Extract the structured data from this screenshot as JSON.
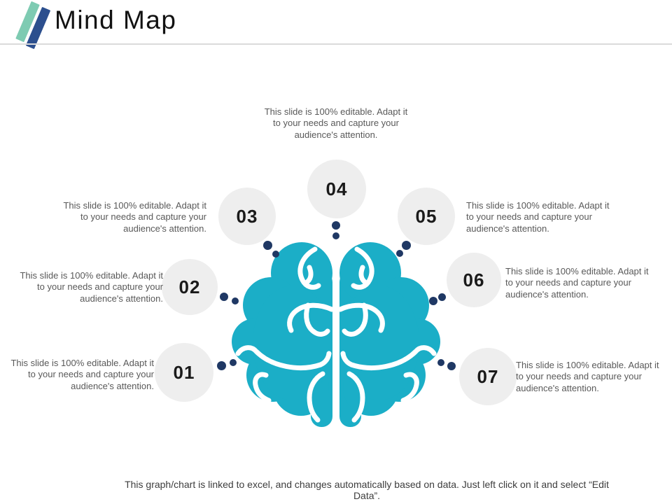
{
  "title": "Mind Map",
  "footer_note": "This graph/chart is linked to excel, and changes automatically based on data. Just left click on it and select “Edit Data”.",
  "icons": {
    "logo": "double-slash-logo-icon",
    "center": "brain-icon",
    "connectors": "dot-icon"
  },
  "colors": {
    "teal": "#1BAEC7",
    "navy": "#1F3864",
    "circle_bg": "#EEEEEE",
    "number_color": "#1A1A1A",
    "text_gray": "#595959",
    "title_color": "#121212",
    "logo_green": "#7ECBB2",
    "logo_blue": "#2C4F8E",
    "header_rule": "#DBDBDB",
    "footer_rule": "#9C9C9C",
    "footer_text": "#3D3D3D"
  },
  "nodes": [
    {
      "label": "01",
      "text": "This slide is 100% editable. Adapt it\nto your needs and capture your\naudience's attention."
    },
    {
      "label": "02",
      "text": "This slide is 100% editable. Adapt it\nto your needs and capture your\naudience's attention."
    },
    {
      "label": "03",
      "text": "This slide is 100% editable. Adapt it\nto your needs and capture your\naudience's attention."
    },
    {
      "label": "04",
      "text": "This slide is 100% editable. Adapt it\nto your needs and capture your\naudience's attention."
    },
    {
      "label": "05",
      "text": "This slide is 100% editable. Adapt it\nto your needs and capture your\naudience's attention."
    },
    {
      "label": "06",
      "text": "This slide is 100% editable. Adapt it\nto your needs and capture your\naudience's attention."
    },
    {
      "label": "07",
      "text": "This slide is 100% editable. Adapt it\nto your needs and capture your\naudience's attention."
    }
  ]
}
